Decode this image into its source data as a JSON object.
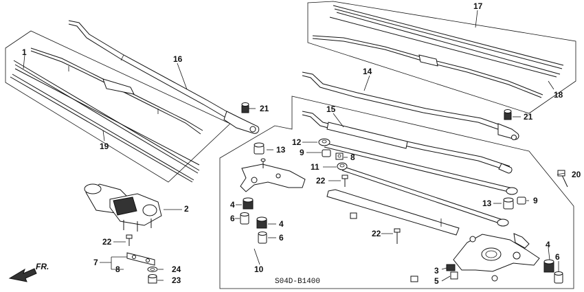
{
  "diagram_code": "S04D-B1400",
  "direction_label": "FR.",
  "callouts": {
    "c1": "1",
    "c2": "2",
    "c3": "3",
    "c4a": "4",
    "c4b": "4",
    "c4c": "4",
    "c5": "5",
    "c6a": "6",
    "c6b": "6",
    "c6c": "6",
    "c7": "7",
    "c8a": "8",
    "c8b": "8",
    "c9a": "9",
    "c9b": "9",
    "c10": "10",
    "c11": "11",
    "c12": "12",
    "c13a": "13",
    "c13b": "13",
    "c14": "14",
    "c15": "15",
    "c16": "16",
    "c17": "17",
    "c18": "18",
    "c19": "19",
    "c20": "20",
    "c21a": "21",
    "c21b": "21",
    "c22a": "22",
    "c22b": "22",
    "c22c": "22",
    "c23": "23",
    "c24": "24"
  }
}
